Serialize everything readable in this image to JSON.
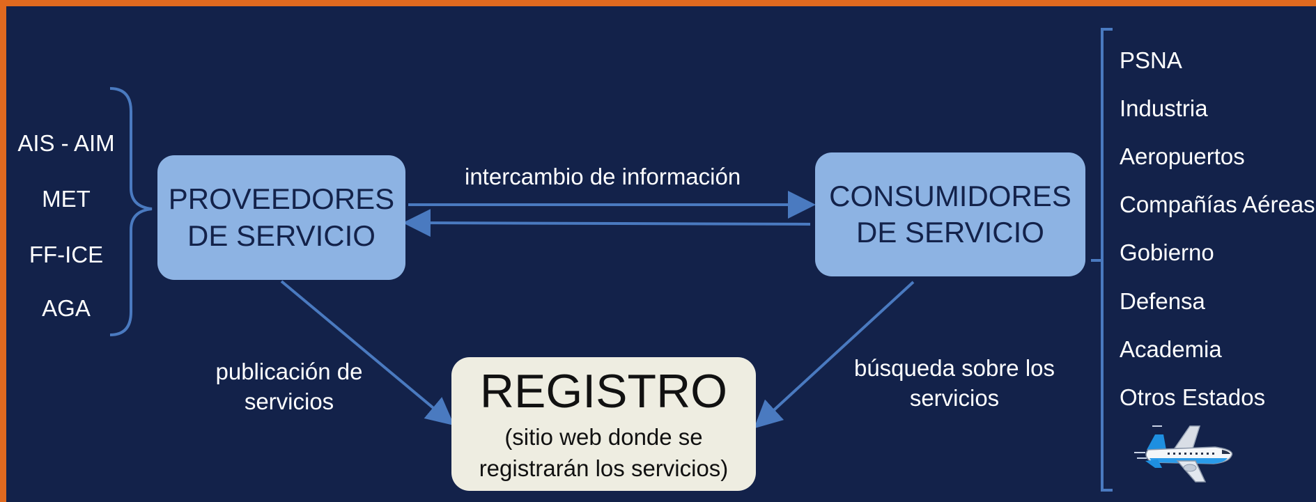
{
  "colors": {
    "background": "#13224a",
    "border": "#e0691f",
    "blue_box": "#8db3e3",
    "registry_box": "#eeede1",
    "lines": "#4a7ac0"
  },
  "left_sources": [
    "AIS - AIM",
    "MET",
    "FF-ICE",
    "AGA"
  ],
  "providers": {
    "line1": "PROVEEDORES",
    "line2": "DE SERVICIO"
  },
  "consumers": {
    "line1": "CONSUMIDORES",
    "line2": "DE SERVICIO"
  },
  "exchange_label": "intercambio de información",
  "publish_label": {
    "line1": "publicación de",
    "line2": "servicios"
  },
  "search_label": {
    "line1": "búsqueda sobre los",
    "line2": "servicios"
  },
  "registry": {
    "title": "REGISTRO",
    "sub1": "(sitio web donde se",
    "sub2": "registrarán los servicios)"
  },
  "right_consumers": [
    "PSNA",
    "Industria",
    "Aeropuertos",
    "Compañías Aéreas",
    "Gobierno",
    "Defensa",
    "Academia",
    "Otros Estados"
  ],
  "airplane_icon": "airplane-icon"
}
